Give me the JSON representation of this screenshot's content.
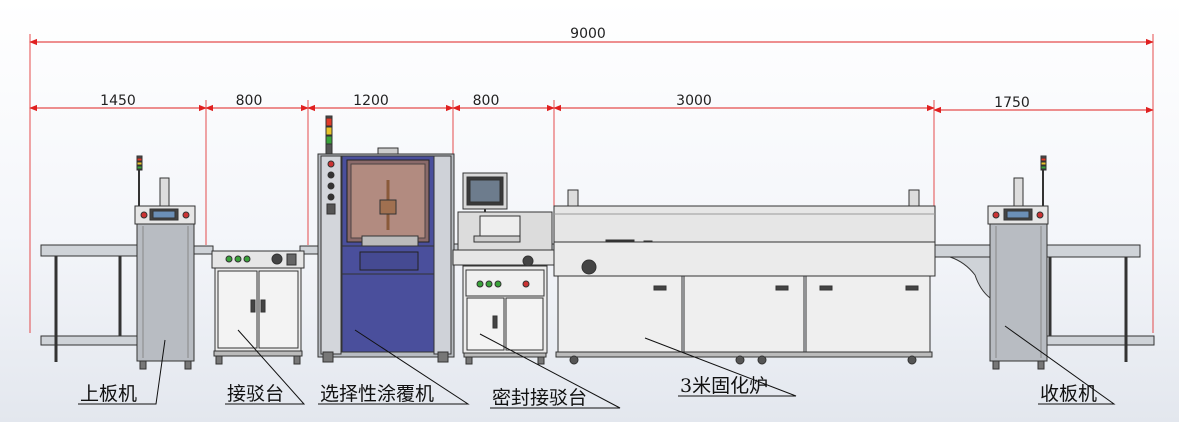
{
  "dimensions": {
    "unit": "mm",
    "overall": "9000",
    "segments": [
      "1450",
      "800",
      "1200",
      "800",
      "3000",
      "1750"
    ]
  },
  "machines": [
    {
      "key": "loader",
      "label": "上板机"
    },
    {
      "key": "conveyor",
      "label": "接驳台"
    },
    {
      "key": "coater",
      "label": "选择性涂覆机"
    },
    {
      "key": "sealed_conveyor",
      "label": "密封接驳台"
    },
    {
      "key": "oven",
      "label": "3米固化炉"
    },
    {
      "key": "unloader",
      "label": "收板机"
    }
  ],
  "colors": {
    "dimension_line": "#e02020",
    "coater_body": "#4a4f9c",
    "machine_body": "#e6e6e6",
    "frame": "#b8bcc2",
    "outline": "#333333"
  }
}
